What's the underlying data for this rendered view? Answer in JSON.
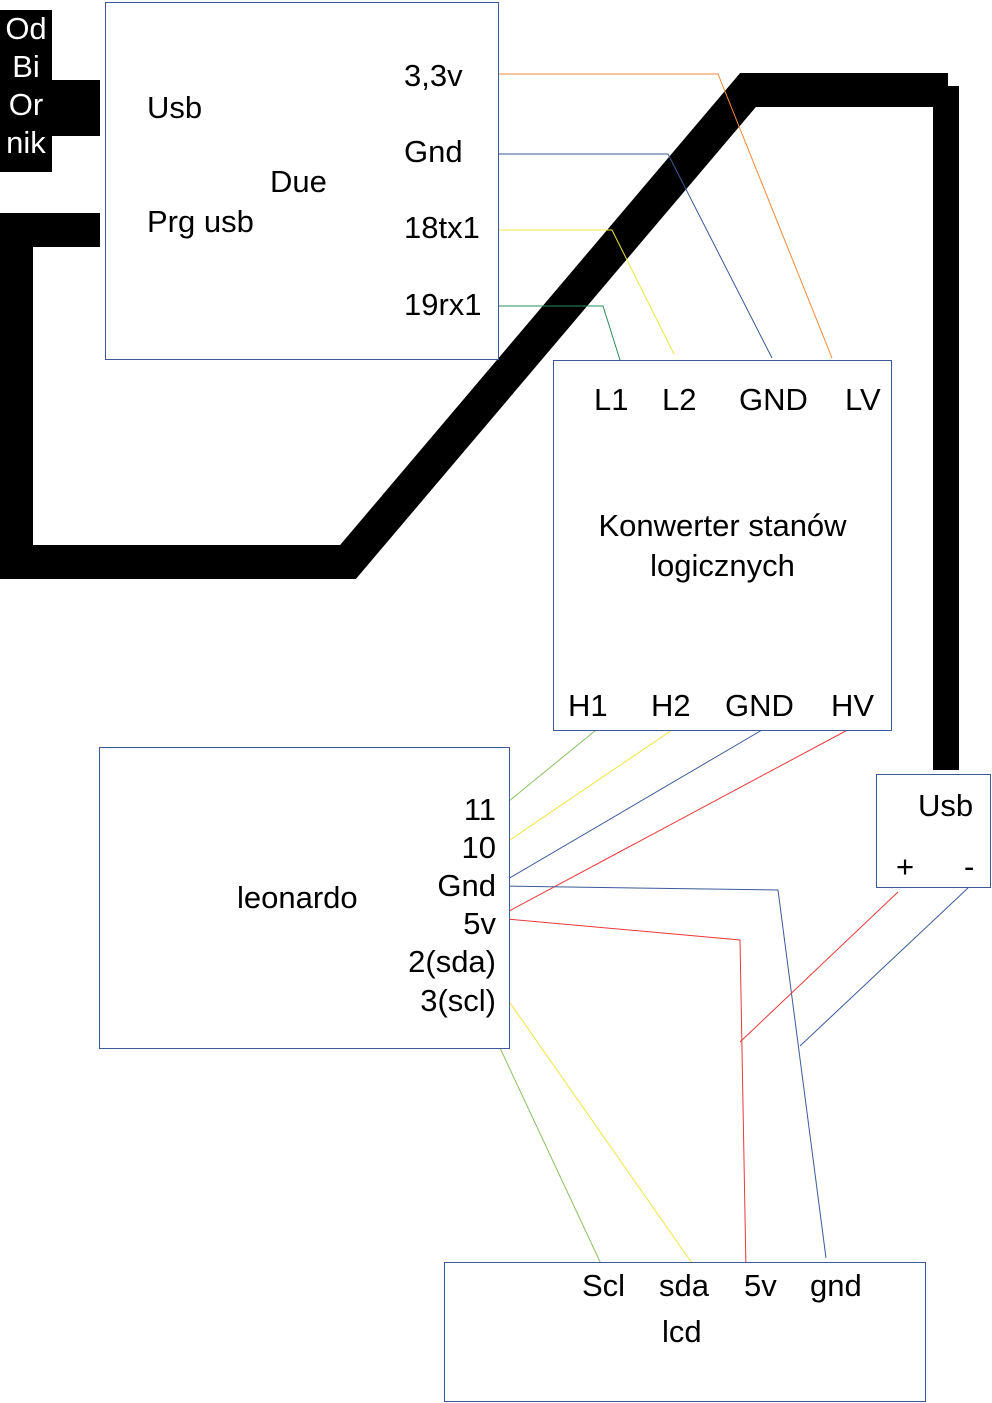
{
  "power_source": {
    "line1": "Od",
    "line2": "Bi",
    "line3": "Or",
    "line4": "nik"
  },
  "due": {
    "usb": "Usb",
    "prg_usb": "Prg usb",
    "title": "Due",
    "pin_33v": "3,3v",
    "pin_gnd": "Gnd",
    "pin_tx": "18tx1",
    "pin_rx": "19rx1"
  },
  "converter": {
    "pin_l1": "L1",
    "pin_l2": "L2",
    "pin_gnd_low": "GND",
    "pin_lv": "LV",
    "title_line1": "Konwerter stanów",
    "title_line2": "logicznych",
    "pin_h1": "H1",
    "pin_h2": "H2",
    "pin_gnd_high": "GND",
    "pin_hv": "HV"
  },
  "leonardo": {
    "title": "leonardo",
    "pin_11": "11",
    "pin_10": "10",
    "pin_gnd": "Gnd",
    "pin_5v": "5v",
    "pin_sda": "2(sda)",
    "pin_scl": "3(scl)"
  },
  "usb_power": {
    "title": "Usb",
    "plus": "+",
    "minus": "-"
  },
  "lcd": {
    "pin_scl": "Scl",
    "pin_sda": "sda",
    "pin_5v": "5v",
    "pin_gnd": "gnd",
    "title": "lcd"
  },
  "wire_colors": {
    "orange": "#f28a3c",
    "blue": "#3c5a9a",
    "yellow": "#f0e442",
    "green": "#2e8b57",
    "light_green": "#8cc063",
    "red": "#e83a3a",
    "cable": "#000000"
  }
}
